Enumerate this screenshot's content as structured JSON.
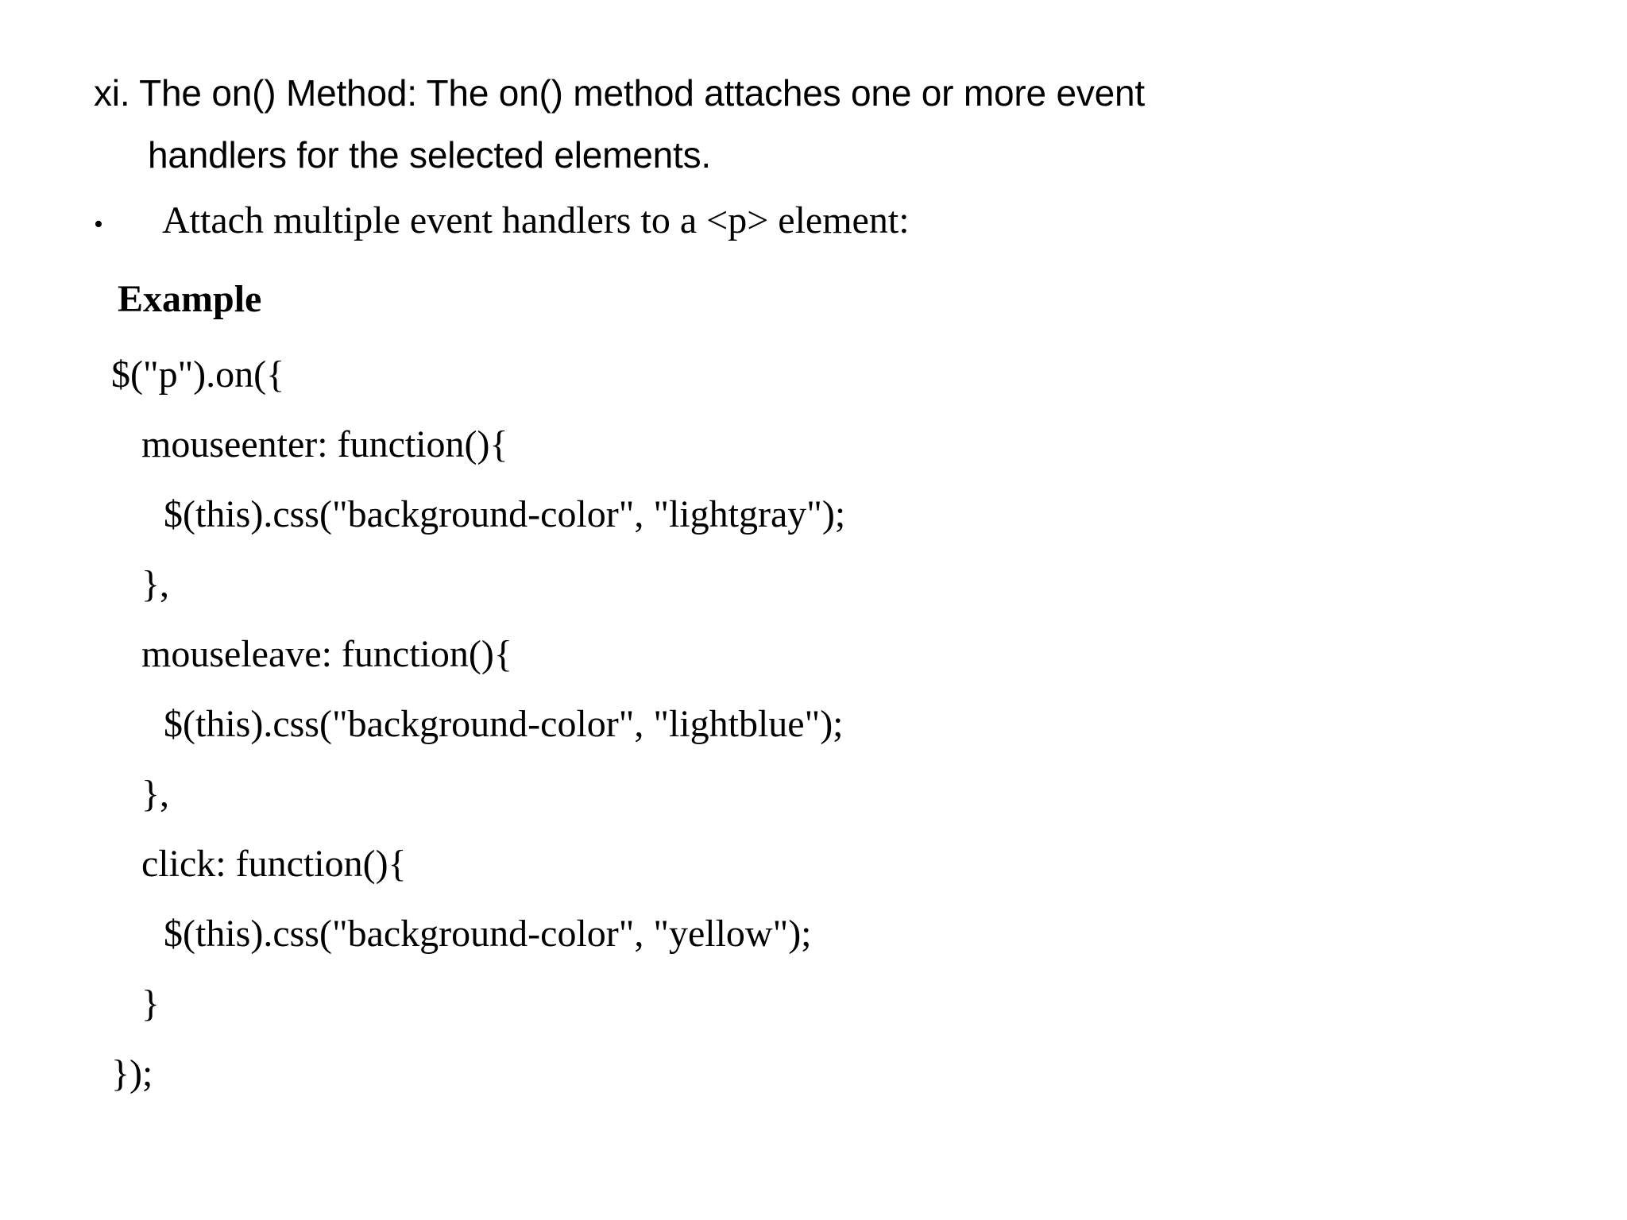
{
  "slide": {
    "background_color": "#ffffff",
    "text_color": "#000000",
    "heading": {
      "line1": "xi. The on() Method: The on() method attaches one or more event",
      "line2": "handlers for the selected elements."
    },
    "bullet": {
      "marker": "•",
      "text": "Attach multiple event handlers to a <p> element:"
    },
    "example_label": "Example",
    "code_lines": [
      {
        "indent": 0,
        "text": "$(\"p\").on({"
      },
      {
        "indent": 1,
        "text": "mouseenter: function(){"
      },
      {
        "indent": 2,
        "text": "$(this).css(\"background-color\", \"lightgray\");"
      },
      {
        "indent": 1,
        "text": "},"
      },
      {
        "indent": 1,
        "text": "mouseleave: function(){"
      },
      {
        "indent": 2,
        "text": "$(this).css(\"background-color\", \"lightblue\");"
      },
      {
        "indent": 1,
        "text": "},"
      },
      {
        "indent": 1,
        "text": "click: function(){"
      },
      {
        "indent": 2,
        "text": "$(this).css(\"background-color\", \"yellow\");"
      },
      {
        "indent": 1,
        "text": "}"
      },
      {
        "indent": 0,
        "text": "});"
      }
    ]
  }
}
